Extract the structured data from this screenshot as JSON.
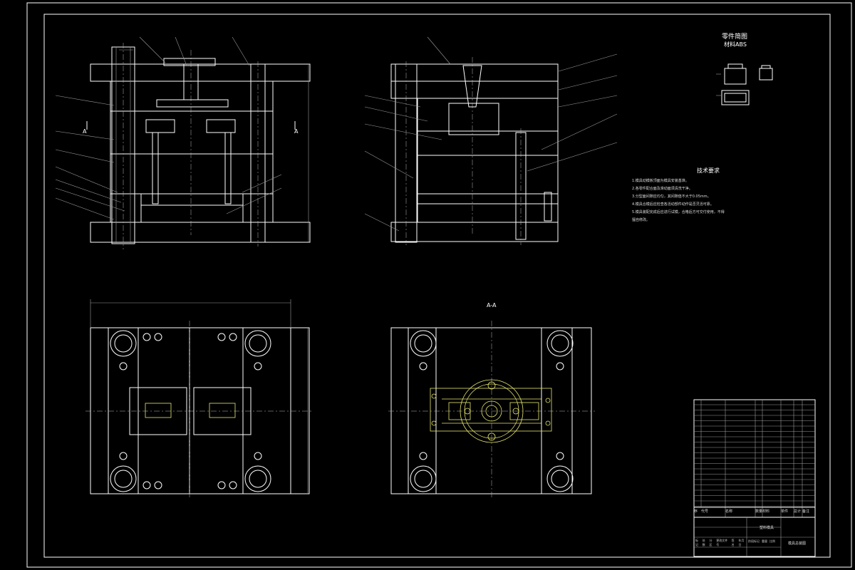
{
  "drawing": {
    "part_sketch_title": "零件简图",
    "material_label": "材料ABS",
    "section_mark_left": "A",
    "section_mark_right": "A",
    "section_view_label": "A-A",
    "tech_req_title": "技术要求",
    "tech_requirements": [
      "1.模具动模板顶面为模具安装基准。",
      "2.各零件配合面及滑动面须清洗干净。",
      "3.分型面间隙应均匀，其间隙值不大于0.05mm。",
      "4.模具合模后应检查各活动部件动作是否灵活可靠。",
      "5.模具装配完成后应进行试模，合格后方可交付使用，不得"
    ],
    "tech_req_tail": "擅自修改。"
  },
  "title_block": {
    "header_cols": [
      "序",
      "代号",
      "名称",
      "数量",
      "材料",
      "单件",
      "总计",
      "备注"
    ],
    "drawing_name": "模具总装图",
    "project": "塑料模具",
    "sign_labels": [
      "标记",
      "处数",
      "分区",
      "更改文件号",
      "签名",
      "年月日"
    ],
    "stage_labels": [
      "阶段标记",
      "重量",
      "比例"
    ]
  },
  "colors": {
    "background": "#000000",
    "line": "#ffffff",
    "hatch": "#9a9a9a",
    "part_line": "#e8e870"
  }
}
